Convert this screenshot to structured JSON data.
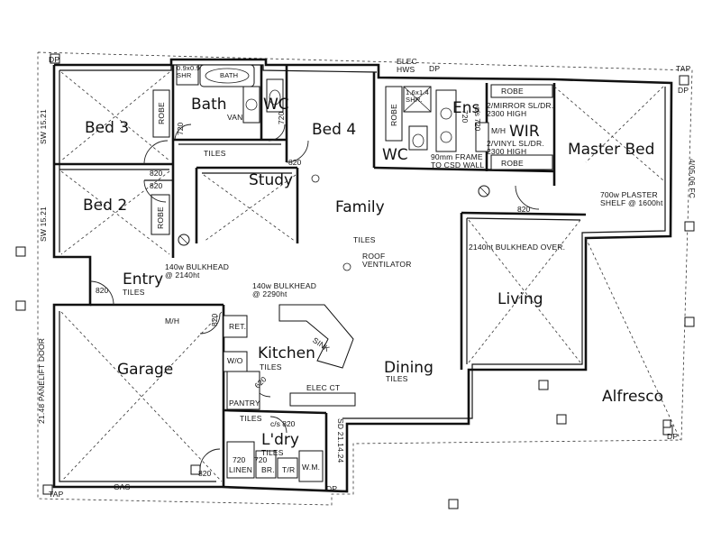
{
  "rooms": {
    "bed3": "Bed 3",
    "bath": "Bath",
    "wc1": "WC",
    "bed4": "Bed 4",
    "ens": "Ens",
    "wir": "WIR",
    "master_bed": "Master Bed",
    "bed2": "Bed 2",
    "study": "Study",
    "family": "Family",
    "entry": "Entry",
    "living": "Living",
    "garage": "Garage",
    "kitchen": "Kitchen",
    "dining": "Dining",
    "alfresco": "Alfresco",
    "wc2": "WC",
    "ldry": "L'dry"
  },
  "fixtures": {
    "shr_bath": "0.9x0.9\nSHR",
    "bath": "BATH",
    "van": "VAN",
    "robe_bed3": "ROBE",
    "robe_bed4": "ROBE",
    "robe_bed2": "ROBE",
    "robe_wir_top": "ROBE",
    "robe_wir_bottom": "ROBE",
    "shr_ens": "1.6x1.4\nSHR.",
    "mirror_door": "2/MIRROR SL/DR.\n2300 HIGH",
    "vinyl_door": "2/VINYL SL/DR.\n2300 HIGH",
    "mh_wir": "M/H",
    "mh_garage": "M/H",
    "ret": "RET.",
    "wo": "W/O",
    "pantry": "PANTRY",
    "sink": "SINK",
    "linen": "LINEN",
    "br": "BR.",
    "tr": "T/R",
    "wm": "W.M."
  },
  "notes": {
    "elec_hws": "ELEC\nHWS",
    "dp_top_left": "DP",
    "dp_top_mid": "DP",
    "tap_top_right": "TAP",
    "dp_right": "DP",
    "dp_bottom_right": "DP",
    "dp_bottom": "DP",
    "tap_bottom_left": "TAP",
    "gas": "GAS",
    "wc_frame": "90mm FRAME\nTO CSD WALL",
    "plaster_shelf": "700w PLASTER\nSHELF @ 1600ht",
    "bulkhead_living": "2140ht BULKHEAD OVER.",
    "bulkhead_entry": "140w BULKHEAD\n@ 2140ht",
    "bulkhead_kitchen": "140w BULKHEAD\n@ 2290ht",
    "roof_vent": "ROOF\nVENTILATOR",
    "elec_ct": "ELEC CT",
    "tiles_hall": "TILES",
    "tiles_family": "TILES",
    "tiles_entry": "TILES",
    "tiles_kitchen": "TILES",
    "tiles_dining": "TILES",
    "tiles_wc": "TILES",
    "tiles_ldry": "TILES",
    "garage_door": "21.48 PANELIFT DOOR",
    "sw_top": "SW 15.21",
    "sw_mid": "SW 15.21",
    "fc_right": "4/05.06 FC",
    "sd_right": "SD 21.14.24"
  },
  "dimensions": {
    "d720_bath": "720",
    "d720_wc": "720",
    "d820_bed3": "820",
    "d820_bed2": "820",
    "d820_bed4": "820",
    "d820_master": "820",
    "d820_entry": "820",
    "d820_garage_mh": "820",
    "d820_garage_side": "820",
    "d620_pantry": "620",
    "d820_wc2": "c/s 820",
    "d720_linen": "720",
    "d720_br": "720",
    "d720_ens": "c/s 720",
    "d720_ens2": "720"
  }
}
